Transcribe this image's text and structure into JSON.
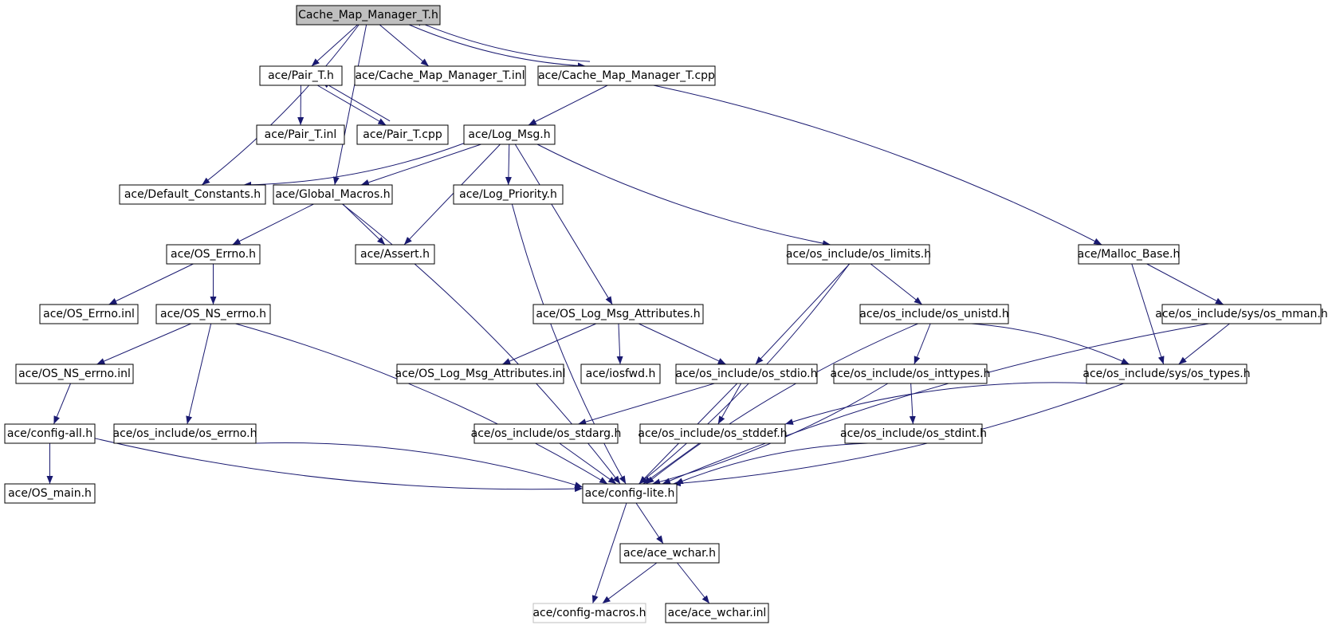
{
  "diagram": {
    "colors": {
      "edge": "#191970",
      "root_fill": "#bfbfbf",
      "node_border": "#000000",
      "muted_border": "#bfbfbf"
    },
    "nodes": [
      {
        "id": "root",
        "label": "Cache_Map_Manager_T.h",
        "style": "root"
      },
      {
        "id": "pair_h",
        "label": "ace/Pair_T.h"
      },
      {
        "id": "cmm_inl",
        "label": "ace/Cache_Map_Manager_T.inl"
      },
      {
        "id": "cmm_cpp",
        "label": "ace/Cache_Map_Manager_T.cpp"
      },
      {
        "id": "pair_inl",
        "label": "ace/Pair_T.inl"
      },
      {
        "id": "pair_cpp",
        "label": "ace/Pair_T.cpp"
      },
      {
        "id": "log_msg",
        "label": "ace/Log_Msg.h"
      },
      {
        "id": "default_const",
        "label": "ace/Default_Constants.h"
      },
      {
        "id": "global_macros",
        "label": "ace/Global_Macros.h"
      },
      {
        "id": "log_priority",
        "label": "ace/Log_Priority.h"
      },
      {
        "id": "os_errno_h",
        "label": "ace/OS_Errno.h"
      },
      {
        "id": "assert_h",
        "label": "ace/Assert.h"
      },
      {
        "id": "os_limits",
        "label": "ace/os_include/os_limits.h"
      },
      {
        "id": "malloc_base",
        "label": "ace/Malloc_Base.h"
      },
      {
        "id": "os_errno_inl",
        "label": "ace/OS_Errno.inl"
      },
      {
        "id": "os_ns_errno_h",
        "label": "ace/OS_NS_errno.h"
      },
      {
        "id": "os_log_attr_h",
        "label": "ace/OS_Log_Msg_Attributes.h"
      },
      {
        "id": "os_unistd",
        "label": "ace/os_include/os_unistd.h"
      },
      {
        "id": "os_mman",
        "label": "ace/os_include/sys/os_mman.h"
      },
      {
        "id": "os_ns_errno_inl",
        "label": "ace/OS_NS_errno.inl"
      },
      {
        "id": "os_log_attr_inl",
        "label": "ace/OS_Log_Msg_Attributes.inl"
      },
      {
        "id": "iosfwd",
        "label": "ace/iosfwd.h"
      },
      {
        "id": "os_stdio",
        "label": "ace/os_include/os_stdio.h"
      },
      {
        "id": "os_inttypes",
        "label": "ace/os_include/os_inttypes.h"
      },
      {
        "id": "os_types",
        "label": "ace/os_include/sys/os_types.h"
      },
      {
        "id": "config_all",
        "label": "ace/config-all.h"
      },
      {
        "id": "os_errno_inc",
        "label": "ace/os_include/os_errno.h"
      },
      {
        "id": "os_stdarg",
        "label": "ace/os_include/os_stdarg.h"
      },
      {
        "id": "os_stddef",
        "label": "ace/os_include/os_stddef.h"
      },
      {
        "id": "os_stdint",
        "label": "ace/os_include/os_stdint.h"
      },
      {
        "id": "os_main",
        "label": "ace/OS_main.h"
      },
      {
        "id": "config_lite",
        "label": "ace/config-lite.h"
      },
      {
        "id": "ace_wchar_h",
        "label": "ace/ace_wchar.h"
      },
      {
        "id": "config_macros",
        "label": "ace/config-macros.h",
        "style": "muted"
      },
      {
        "id": "ace_wchar_inl",
        "label": "ace/ace_wchar.inl"
      }
    ],
    "edges": [
      [
        "root",
        "pair_h"
      ],
      [
        "root",
        "cmm_inl"
      ],
      [
        "root",
        "cmm_cpp"
      ],
      [
        "root",
        "default_const"
      ],
      [
        "root",
        "global_macros"
      ],
      [
        "cmm_cpp",
        "root"
      ],
      [
        "cmm_cpp",
        "log_msg"
      ],
      [
        "cmm_cpp",
        "malloc_base"
      ],
      [
        "pair_h",
        "pair_inl"
      ],
      [
        "pair_h",
        "pair_cpp"
      ],
      [
        "pair_cpp",
        "pair_h"
      ],
      [
        "log_msg",
        "default_const"
      ],
      [
        "log_msg",
        "global_macros"
      ],
      [
        "log_msg",
        "log_priority"
      ],
      [
        "log_msg",
        "assert_h"
      ],
      [
        "log_msg",
        "os_log_attr_h"
      ],
      [
        "log_msg",
        "os_limits"
      ],
      [
        "global_macros",
        "os_errno_h"
      ],
      [
        "global_macros",
        "assert_h"
      ],
      [
        "global_macros",
        "config_lite"
      ],
      [
        "log_priority",
        "config_lite"
      ],
      [
        "os_errno_h",
        "os_errno_inl"
      ],
      [
        "os_errno_h",
        "os_ns_errno_h"
      ],
      [
        "os_ns_errno_h",
        "os_ns_errno_inl"
      ],
      [
        "os_ns_errno_h",
        "os_errno_inc"
      ],
      [
        "os_ns_errno_h",
        "config_lite"
      ],
      [
        "os_ns_errno_inl",
        "config_all"
      ],
      [
        "config_all",
        "os_main"
      ],
      [
        "config_all",
        "config_lite"
      ],
      [
        "os_errno_inc",
        "config_lite"
      ],
      [
        "os_log_attr_h",
        "os_log_attr_inl"
      ],
      [
        "os_log_attr_h",
        "iosfwd"
      ],
      [
        "os_log_attr_h",
        "os_stdio"
      ],
      [
        "os_limits",
        "os_stdio"
      ],
      [
        "os_limits",
        "os_unistd"
      ],
      [
        "os_limits",
        "config_lite"
      ],
      [
        "os_unistd",
        "os_inttypes"
      ],
      [
        "os_unistd",
        "os_types"
      ],
      [
        "os_unistd",
        "config_lite"
      ],
      [
        "malloc_base",
        "os_types"
      ],
      [
        "malloc_base",
        "os_mman"
      ],
      [
        "os_mman",
        "os_types"
      ],
      [
        "os_mman",
        "config_lite"
      ],
      [
        "os_stdio",
        "os_stdarg"
      ],
      [
        "os_stdio",
        "os_stddef"
      ],
      [
        "os_stdio",
        "config_lite"
      ],
      [
        "os_inttypes",
        "os_stdint"
      ],
      [
        "os_inttypes",
        "config_lite"
      ],
      [
        "os_types",
        "os_stddef"
      ],
      [
        "os_types",
        "config_lite"
      ],
      [
        "os_stdarg",
        "config_lite"
      ],
      [
        "os_stddef",
        "config_lite"
      ],
      [
        "os_stdint",
        "config_lite"
      ],
      [
        "config_lite",
        "ace_wchar_h"
      ],
      [
        "config_lite",
        "config_macros"
      ],
      [
        "ace_wchar_h",
        "config_macros"
      ],
      [
        "ace_wchar_h",
        "ace_wchar_inl"
      ]
    ]
  }
}
